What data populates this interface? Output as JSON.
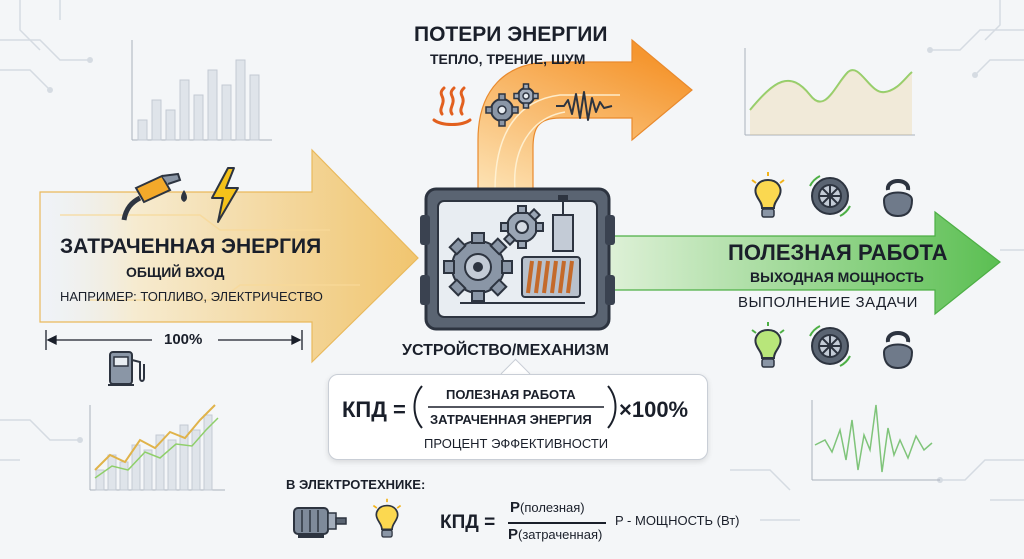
{
  "input": {
    "title": "ЗАТРАЧЕННАЯ ЭНЕРГИЯ",
    "subtitle": "ОБЩИЙ ВХОД",
    "example": "НАПРИМЕР: ТОПЛИВО, ЭЛЕКТРИЧЕСТВО",
    "percent": "100%",
    "icons": [
      "fuel-nozzle-icon",
      "lightning-icon",
      "fuel-pump-icon"
    ]
  },
  "losses": {
    "title": "ПОТЕРИ ЭНЕРГИИ",
    "subtitle": "ТЕПЛО, ТРЕНИЕ, ШУМ",
    "icons": [
      "heat-icon",
      "gears-icon",
      "sound-wave-icon"
    ]
  },
  "device": {
    "label": "УСТРОЙСТВО/МЕХАНИЗМ"
  },
  "output": {
    "title": "ПОЛЕЗНАЯ РАБОТА",
    "subtitle": "ВЫХОДНАЯ МОЩНОСТЬ",
    "task": "ВЫПОЛНЕНИЕ ЗАДАЧИ",
    "icons": [
      "light-bulb-icon",
      "wheel-icon",
      "kettlebell-icon"
    ]
  },
  "formula": {
    "lhs": "КПД =",
    "numerator": "ПОЛЕЗНАЯ РАБОТА",
    "denominator": "ЗАТРАЧЕННАЯ ЭНЕРГИЯ",
    "multiplier": "×100%",
    "caption": "ПРОЦЕНТ ЭФФЕКТИВНОСТИ"
  },
  "electrical": {
    "heading": "В ЭЛЕКТРОТЕХНИКЕ:",
    "lhs": "КПД =",
    "num_symbol": "P",
    "num_sub": "(полезная)",
    "den_symbol": "P",
    "den_sub": "(затраченная)",
    "note": "P - МОЩНОСТЬ (Вт)"
  },
  "colors": {
    "input_arrow": "#f3c672",
    "loss_arrow": "#f59a3c",
    "output_arrow": "#62c45a",
    "text": "#1a1f2a"
  }
}
